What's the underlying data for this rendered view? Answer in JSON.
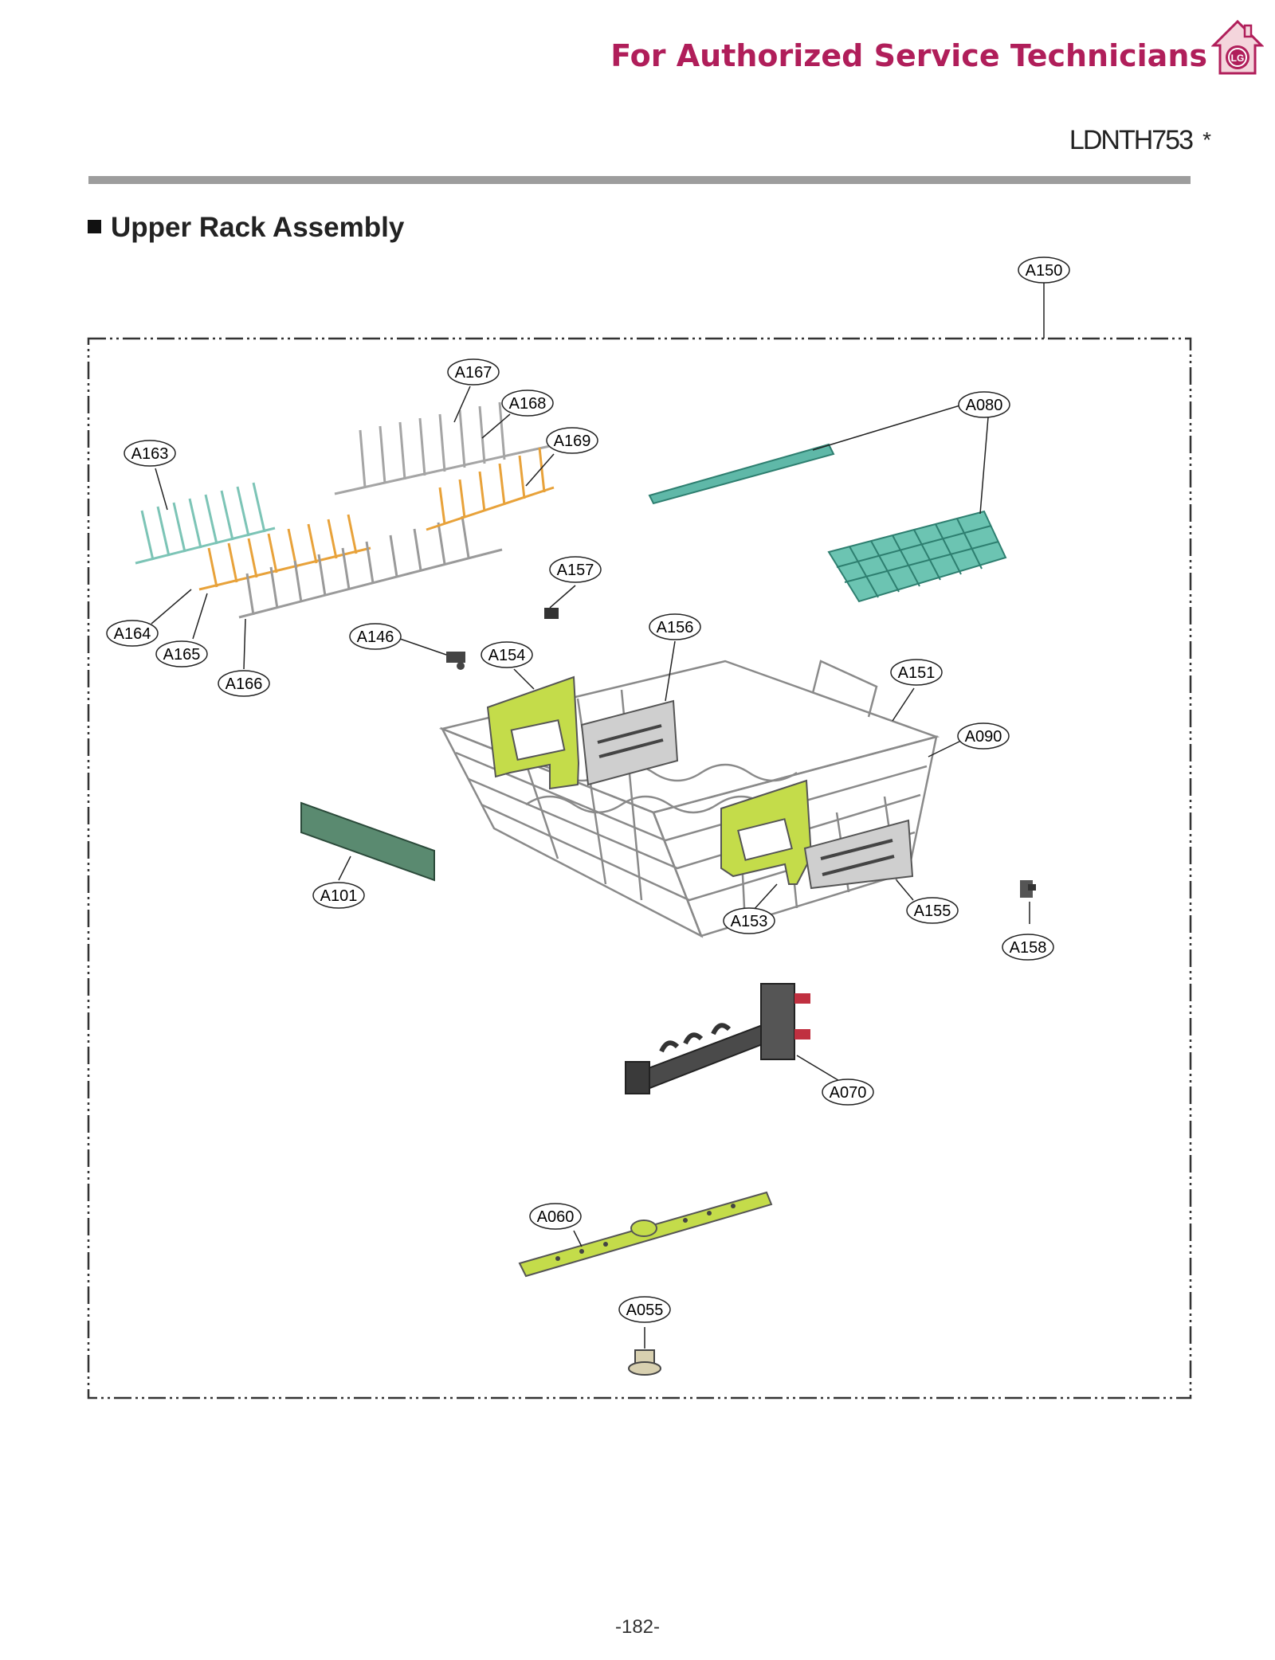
{
  "header": {
    "title": "For Authorized Service Technicians",
    "title_color": "#b01e5a",
    "logo_icon": "lg-house-icon",
    "logo_text": "LG"
  },
  "model": {
    "name": "LDNTH753",
    "star": "*"
  },
  "section": {
    "title": "Upper Rack Assembly"
  },
  "colors": {
    "rule": "#9d9d9d",
    "wire": "#8a8a8a",
    "accent_orange": "#e8a23a",
    "accent_teal": "#5fb8a8",
    "accent_lime": "#c4dc4a",
    "dark_gray": "#555555",
    "part_red": "#c03040"
  },
  "callouts": {
    "A150": "A150",
    "A167": "A167",
    "A168": "A168",
    "A169": "A169",
    "A163": "A163",
    "A080": "A080",
    "A157": "A157",
    "A156": "A156",
    "A164": "A164",
    "A146": "A146",
    "A154": "A154",
    "A165": "A165",
    "A166": "A166",
    "A151": "A151",
    "A090": "A090",
    "A101": "A101",
    "A153": "A153",
    "A155": "A155",
    "A158": "A158",
    "A070": "A070",
    "A060": "A060",
    "A055": "A055"
  },
  "footer": {
    "page_number": "-182-"
  }
}
